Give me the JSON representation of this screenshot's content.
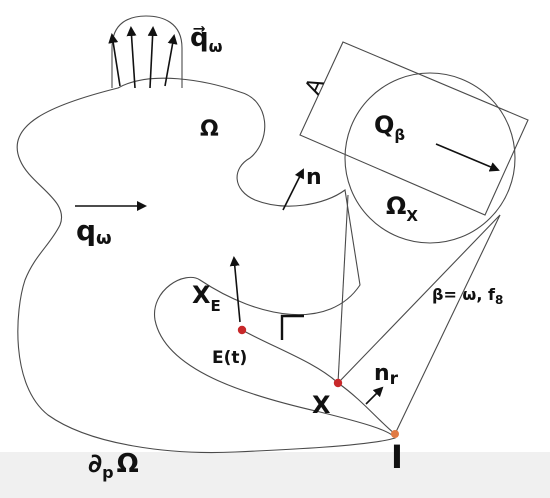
{
  "labels": {
    "q_vec": "q⃗",
    "q_vec_sub": "ω",
    "omega": "Ω",
    "n": "n",
    "q_beta": "Q",
    "q_beta_sub": "β",
    "A": "A",
    "omega_x": "Ω",
    "omega_x_sub": "X",
    "q_omega": "q",
    "q_omega_sub": "ω",
    "x_e": "X",
    "x_e_sub": "E",
    "gamma": "Γ",
    "beta_eq": "β= ω, f",
    "beta_eq_sub": "8",
    "e_t": "E(t)",
    "x": "X",
    "n_r": "n",
    "n_r_sub": "r",
    "i": "I",
    "boundary": "∂",
    "boundary_sub": "p",
    "boundary_omega": "Ω"
  },
  "colors": {
    "line": "#4a4a4a",
    "text": "#111111",
    "point_red": "#c8282a",
    "point_orange": "#e07a44",
    "footer_band": "#f0f0f0"
  }
}
